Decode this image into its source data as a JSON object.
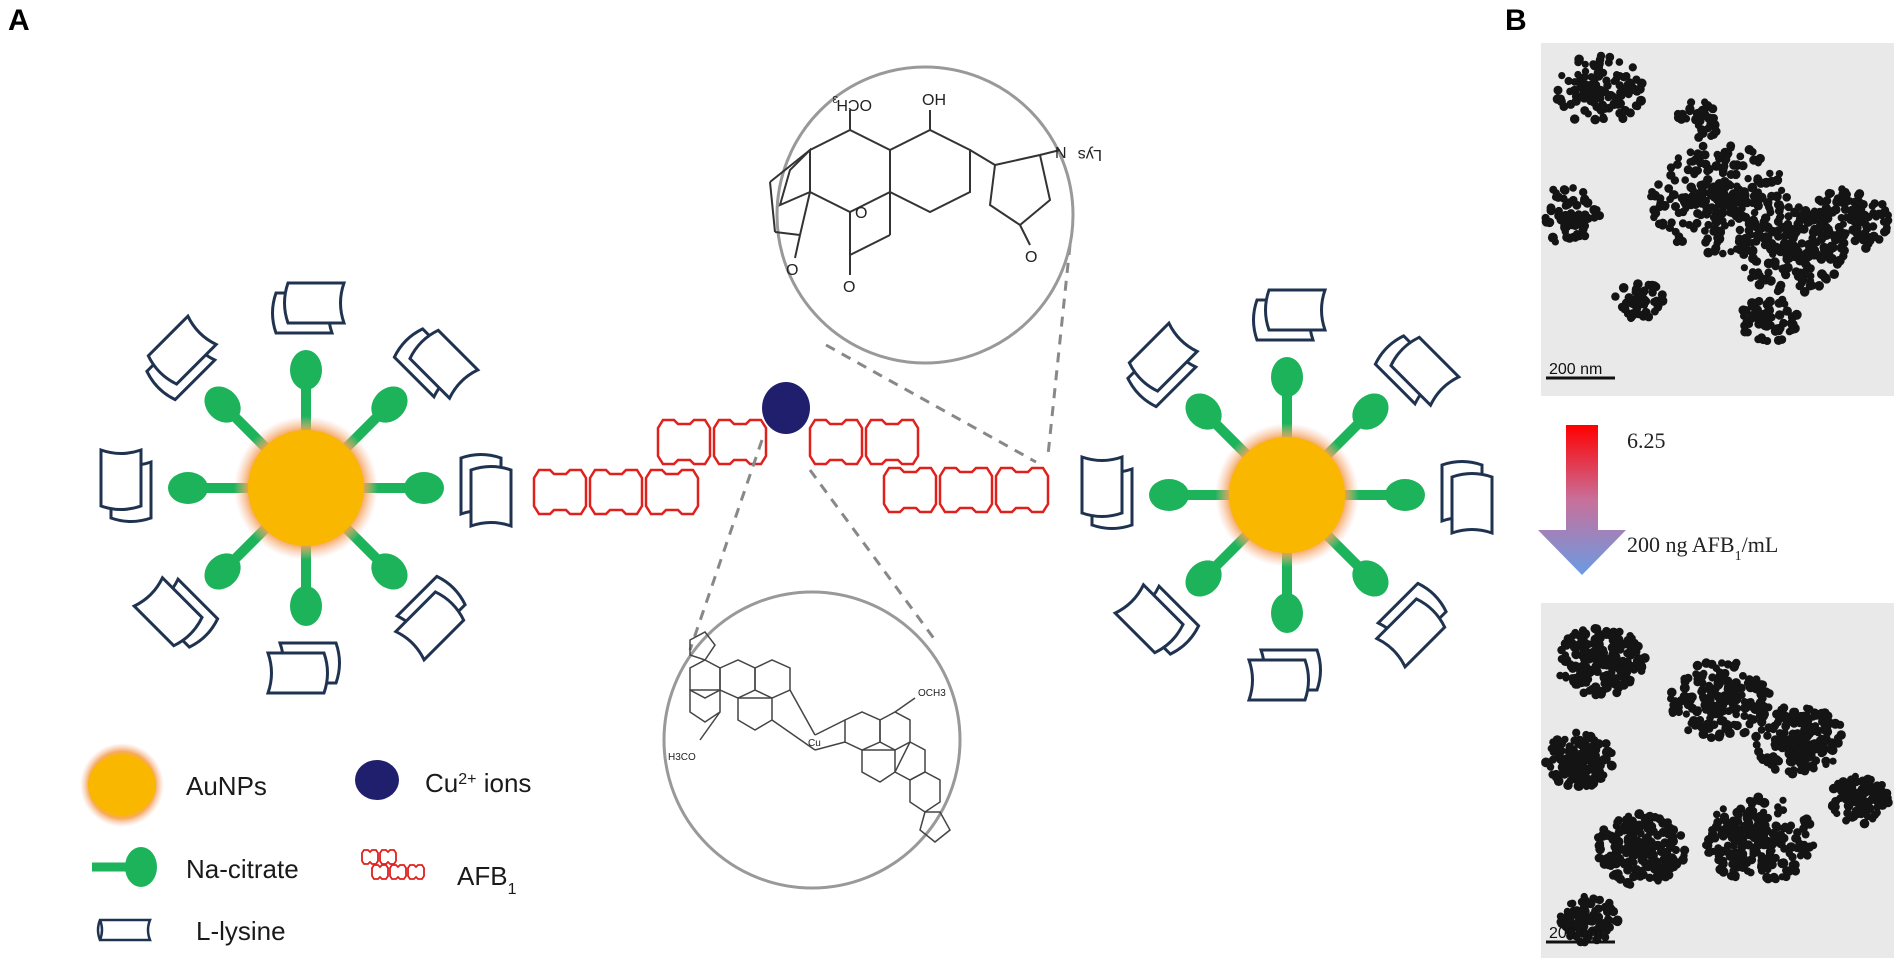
{
  "panels": {
    "a": "A",
    "b": "B"
  },
  "legend": {
    "aunp": "AuNPs",
    "cu_base": "Cu",
    "cu_sup": "2+",
    "cu_rest": " ions",
    "citrate": "Na-citrate",
    "afb_base": "AFB",
    "afb_sub": "1",
    "lysine": "L-lysine"
  },
  "micrograph": {
    "scale_top": "200 nm",
    "scale_bottom": "200 nm",
    "conc_high": "6.25",
    "conc_low_pre": "200 ng AFB",
    "conc_low_sub": "1",
    "conc_low_post": "/mL"
  },
  "chem_top": {
    "oh": "OH",
    "och3": "OCH",
    "och3_sub": "3",
    "lys": "Lys",
    "n": "N",
    "o1": "O",
    "o2": "O",
    "o3": "O",
    "o4": "O"
  },
  "chem_bottom": {
    "cu": "Cu",
    "och3": "OCH3",
    "h3co": "H3CO"
  },
  "colors": {
    "aunp": "#f9b700",
    "citrate": "#1cb35a",
    "lysine": "#1f3350",
    "afb": "#e0201d",
    "cu": "#1f1f6e",
    "arrow_top": "#ff0000",
    "arrow_bottom": "#6a9be4"
  }
}
